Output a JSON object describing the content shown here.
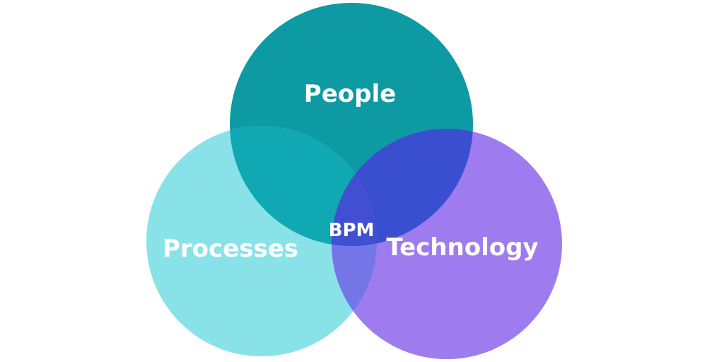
{
  "diagram": {
    "type": "venn-3",
    "background": "#ffffff",
    "label_color": "#ffffff",
    "sets": [
      {
        "id": "people",
        "label": "People",
        "color": "#0D9AA2"
      },
      {
        "id": "processes",
        "label": "Processes",
        "color": "#8AE2E9"
      },
      {
        "id": "technology",
        "label": "Technology",
        "color": "#9E7BEE"
      }
    ],
    "overlaps": {
      "people_processes": "#10A8B2",
      "people_technology": "#3A4ED0",
      "processes_technology": "#7476E8",
      "center": "#4150D2"
    },
    "center_label": "BPM"
  }
}
